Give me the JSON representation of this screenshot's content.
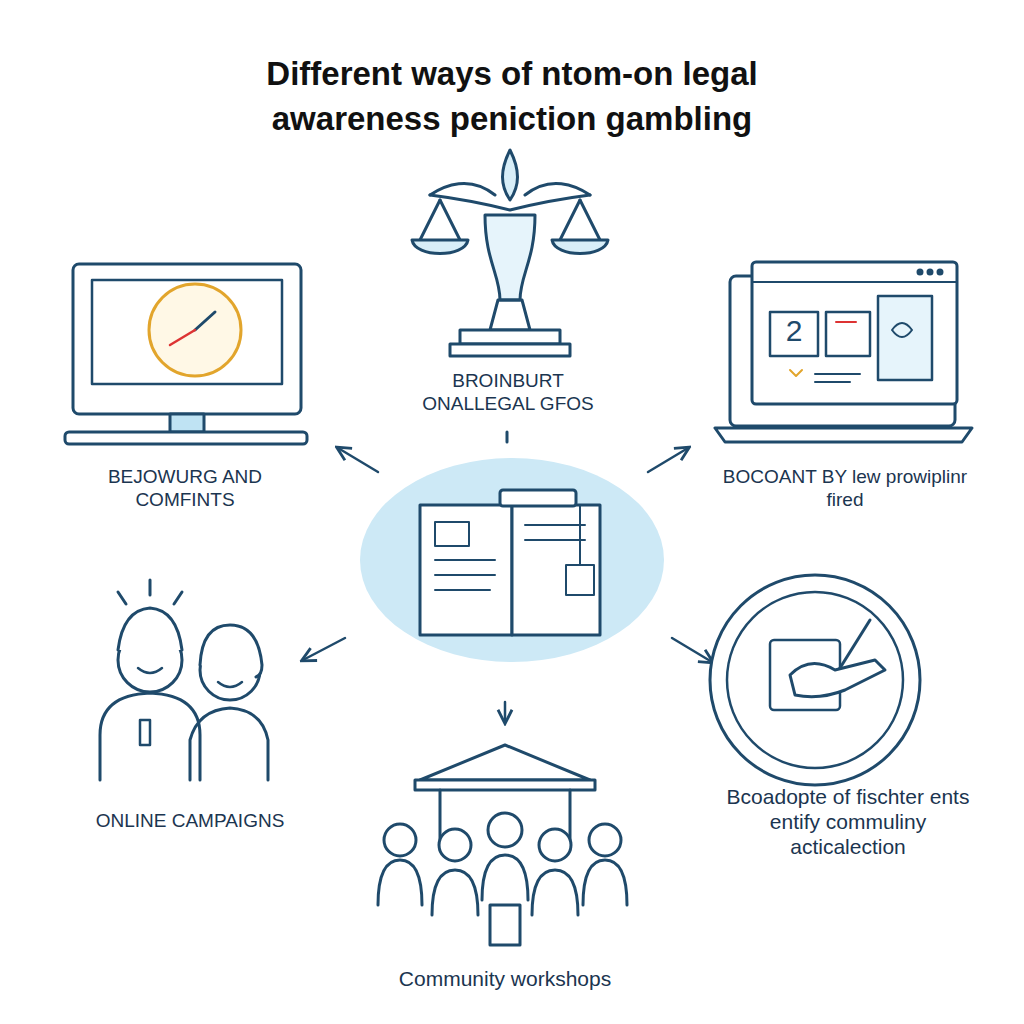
{
  "diagram": {
    "title": "Different ways of ntom-on legal awareness peniction gambling",
    "labels": [
      "BROINBURT ONALLEGAL GFOS",
      "BEJOWURG AND COMFINTS",
      "2",
      "BOCOANT BY lew prowiplinr fired",
      "ONLINE CAMPAIGNS",
      "Community workshops",
      "Bcoadopte of fischter ents entify commuliny acticalection"
    ]
  }
}
